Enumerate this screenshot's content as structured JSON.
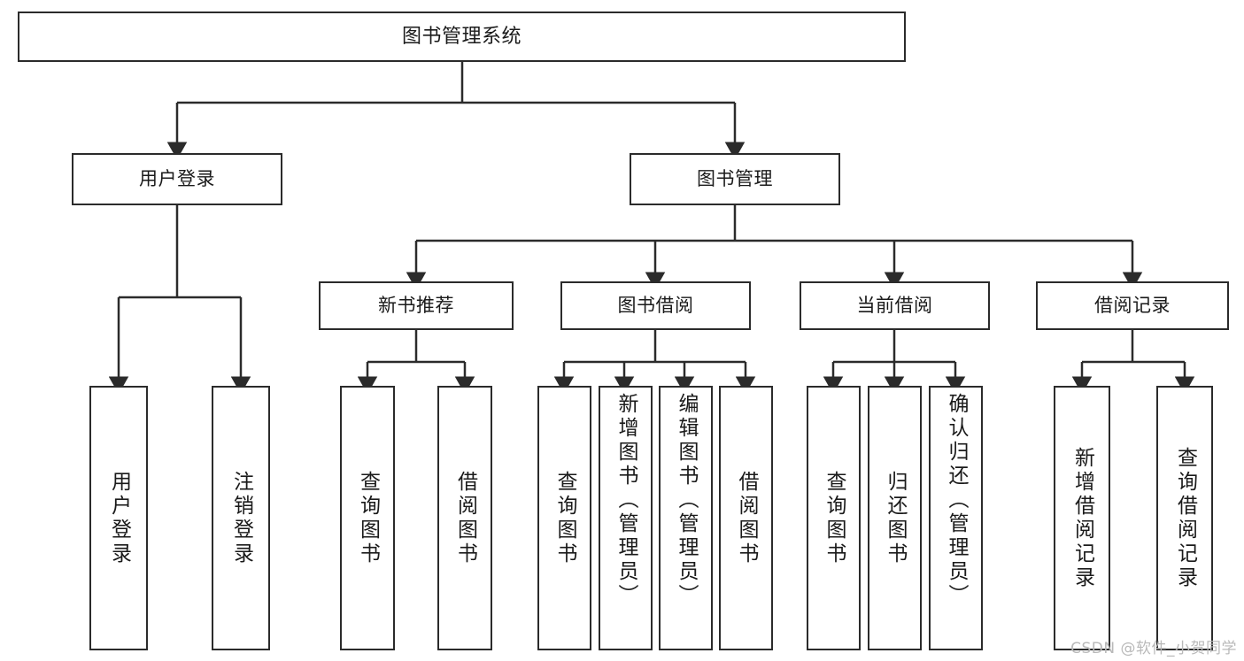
{
  "diagram": {
    "title": "图书管理系统",
    "type": "tree-hierarchy",
    "stroke_color": "#2b2b2b",
    "background_color": "#ffffff",
    "root": {
      "label": "图书管理系统"
    },
    "level2": [
      {
        "label": "用户登录"
      },
      {
        "label": "图书管理"
      }
    ],
    "level3": [
      {
        "label": "新书推荐"
      },
      {
        "label": "图书借阅"
      },
      {
        "label": "当前借阅"
      },
      {
        "label": "借阅记录"
      }
    ],
    "leaves": {
      "user_login": [
        {
          "label": "用户登录"
        },
        {
          "label": "注销登录"
        }
      ],
      "new_book": [
        {
          "label": "查询图书"
        },
        {
          "label": "借阅图书"
        }
      ],
      "borrow_book": [
        {
          "label": "查询图书"
        },
        {
          "label": "新增图书（管理员）"
        },
        {
          "label": "编辑图书（管理员）"
        },
        {
          "label": "借阅图书"
        }
      ],
      "current_borrow": [
        {
          "label": "查询图书"
        },
        {
          "label": "归还图书"
        },
        {
          "label": "确认归还（管理员）"
        }
      ],
      "borrow_record": [
        {
          "label": "新增借阅记录"
        },
        {
          "label": "查询借阅记录"
        }
      ]
    }
  },
  "watermark": {
    "text": "CSDN @软件_小贺同学"
  }
}
